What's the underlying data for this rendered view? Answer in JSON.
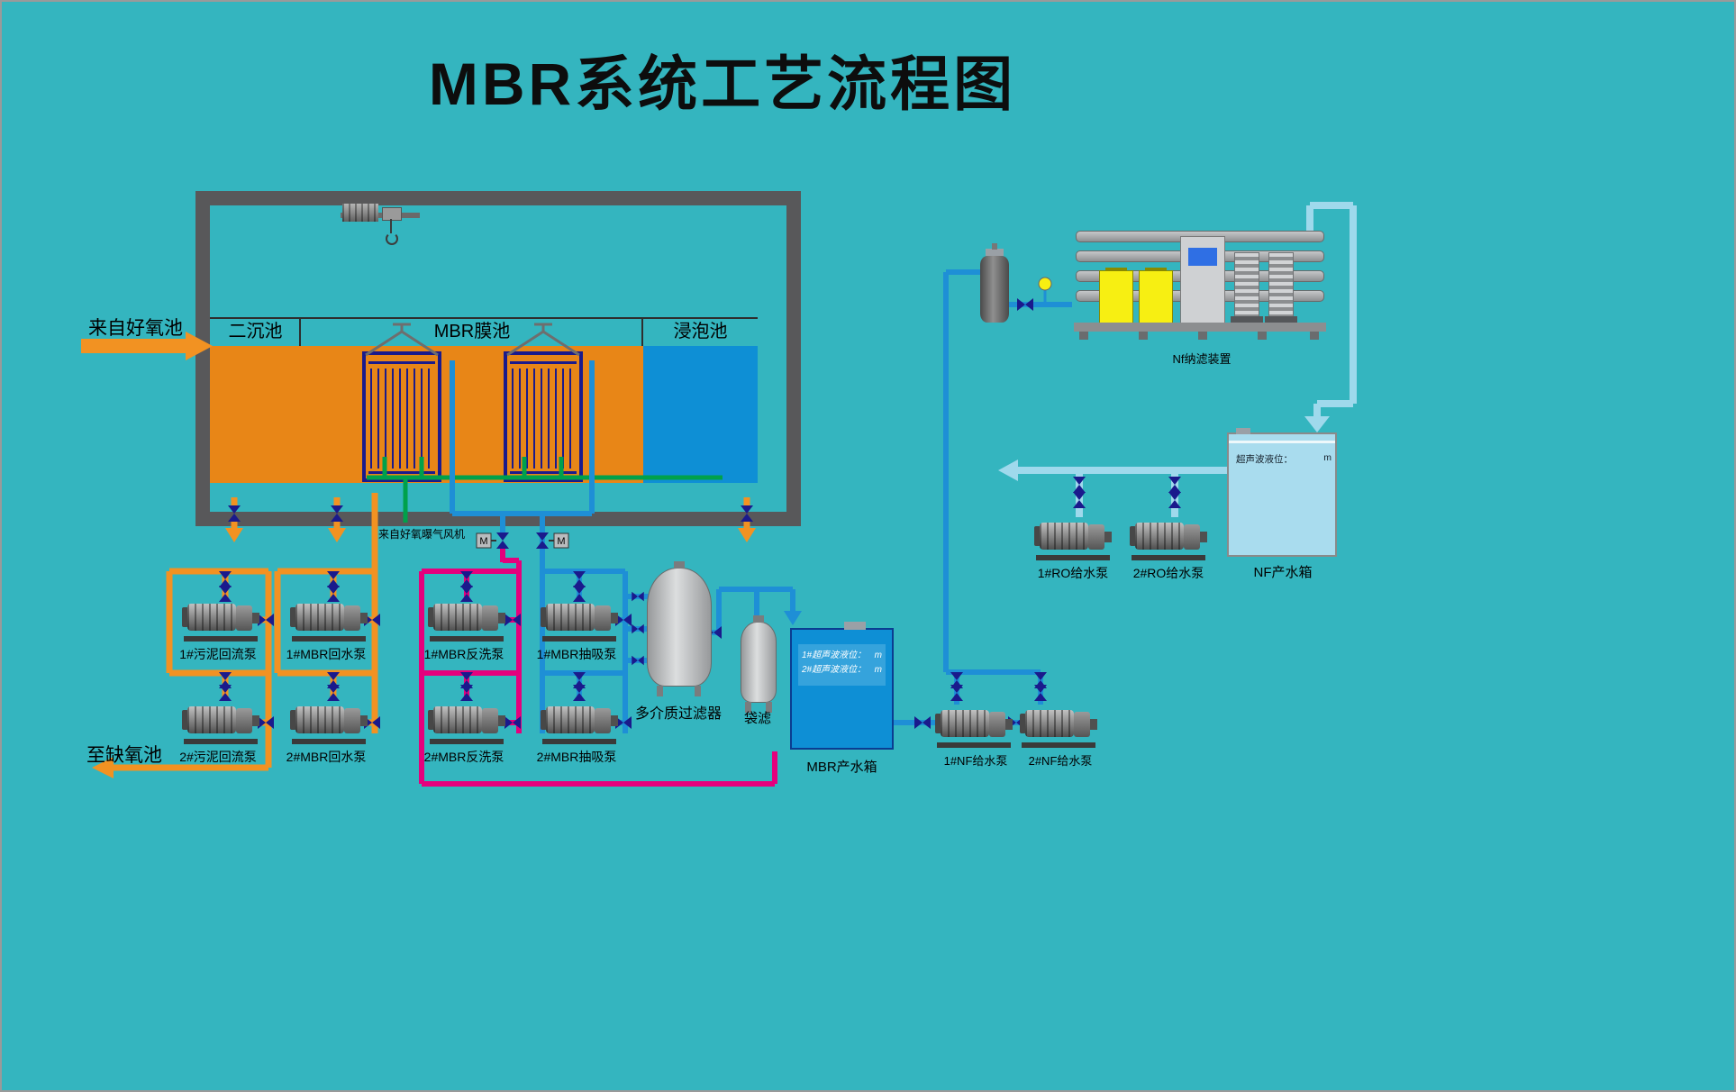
{
  "title": "MBR系统工艺流程图",
  "sections": {
    "sedimentation": "二沉池",
    "membrane": "MBR膜池",
    "soak": "浸泡池"
  },
  "flows": {
    "from_aerobic": "来自好氧池",
    "to_anoxic": "至缺氧池",
    "from_blower": "来自好氧曝气风机"
  },
  "pumps": [
    {
      "label": "1#污泥回流泵"
    },
    {
      "label": "2#污泥回流泵"
    },
    {
      "label": "1#MBR回水泵"
    },
    {
      "label": "2#MBR回水泵"
    },
    {
      "label": "1#MBR反洗泵"
    },
    {
      "label": "2#MBR反洗泵"
    },
    {
      "label": "1#MBR抽吸泵"
    },
    {
      "label": "2#MBR抽吸泵"
    },
    {
      "label": "1#NF给水泵"
    },
    {
      "label": "2#NF给水泵"
    },
    {
      "label": "1#RO给水泵"
    },
    {
      "label": "2#RO给水泵"
    }
  ],
  "equipment": {
    "multimedia_filter": "多介质过滤器",
    "bag_filter": "袋滤",
    "mbr_tank": "MBR产水箱",
    "nf_unit": "Nf纳滤装置",
    "nf_tank": "NF产水箱"
  },
  "levels": {
    "mbr_line1": "1#超声波液位：",
    "mbr_line2": "2#超声波液位：",
    "nf_line": "超声波液位：",
    "unit": "m"
  },
  "valve_motor_label": "M",
  "colors": {
    "background": "#34b5bf",
    "tank_orange": "#e88617",
    "tank_blue": "#0e8fd5",
    "pipe_orange": "#f29222",
    "pipe_blue": "#1e8fd6",
    "pipe_green": "#00a14b",
    "pipe_magenta": "#e5007d",
    "pipe_lightblue": "#9fd9ec",
    "valve_navy": "#1a1a8c"
  }
}
